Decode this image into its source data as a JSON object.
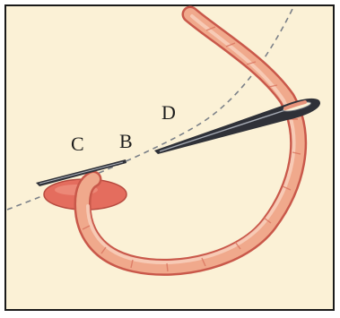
{
  "labels": {
    "c": "C",
    "b": "B",
    "d": "D"
  },
  "colors": {
    "paper": "#fbf1d6",
    "frame": "#1a1a1a",
    "dashed_line": "#7b8088",
    "thread_outline": "#c9584a",
    "thread_fill": "#f0a98c",
    "thread_highlight": "#f9d2bf",
    "stitch_fill": "#e46d5e",
    "stitch_outline": "#b74a3f",
    "needle_dark": "#2f3138",
    "needle_light": "#a9aeb8"
  },
  "icons": {
    "needle": "sewing-needle-icon",
    "thread": "thread-icon",
    "stitch": "stitch-icon"
  }
}
